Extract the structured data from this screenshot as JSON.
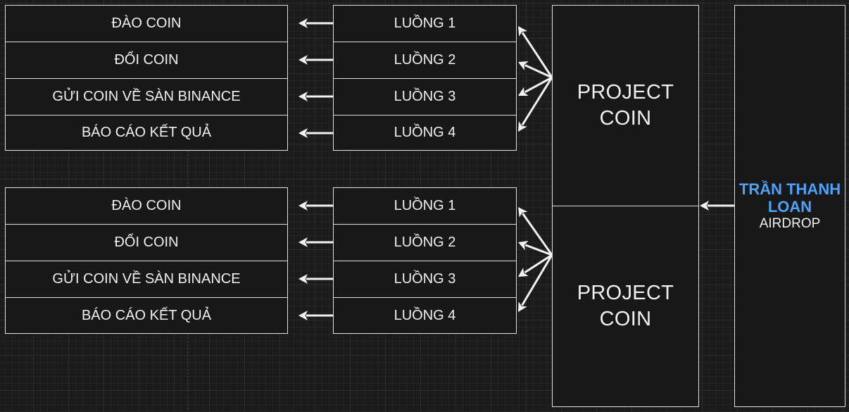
{
  "groups": [
    {
      "tasks": [
        "ĐÀO COIN",
        "ĐỔI COIN",
        "GỬI COIN VỀ SÀN BINANCE",
        "BÁO CÁO KẾT QUẢ"
      ],
      "threads": [
        "LUỒNG 1",
        "LUỒNG 2",
        "LUỒNG 3",
        "LUỒNG 4"
      ],
      "project": [
        "PROJECT",
        "COIN"
      ]
    },
    {
      "tasks": [
        "ĐÀO COIN",
        "ĐỔI COIN",
        "GỬI COIN VỀ SÀN BINANCE",
        "BÁO CÁO KẾT QUẢ"
      ],
      "threads": [
        "LUỒNG 1",
        "LUỒNG 2",
        "LUỒNG 3",
        "LUỒNG 4"
      ],
      "project": [
        "PROJECT",
        "COIN"
      ]
    }
  ],
  "author": {
    "name": "TRẦN THANH LOAN",
    "subtitle": "AIRDROP"
  },
  "colors": {
    "background": "#1b1b1b",
    "stroke": "#e0e0e0",
    "author_name": "#4ca3ff"
  }
}
